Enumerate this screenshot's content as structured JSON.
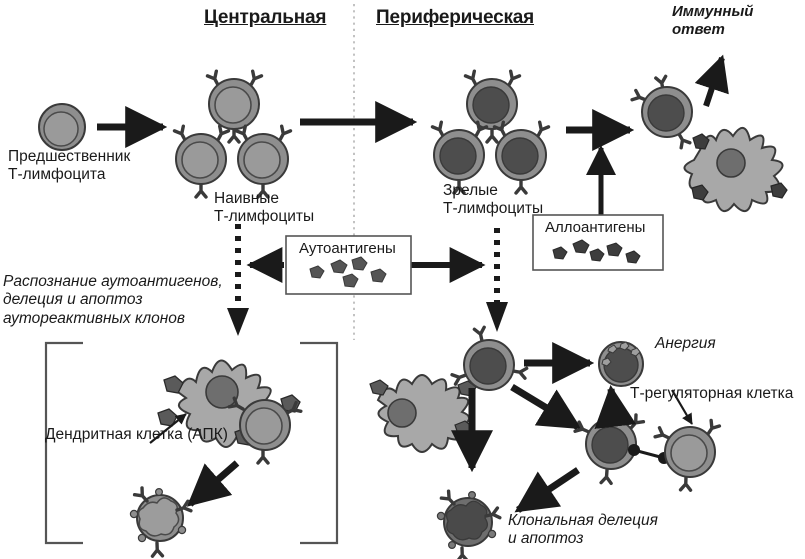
{
  "diagram": {
    "title_central": "Центральная",
    "title_peripheral": "Периферическая",
    "labels": {
      "precursor": "Предшественник\nТ-лимфоцита",
      "naive": "Наивные\nТ-лимфоциты",
      "mature": "Зрелые\nТ-лимфоциты",
      "immune_response": "Иммунный\nответ",
      "autoantigens": "Аутоантигены",
      "alloantigens": "Аллоантигены",
      "recognition": "Распознание аутоантигенов,\nделеция и апоптоз\nаутореактивных клонов",
      "dendritic": "Дендритная клетка (АПК)",
      "anergy": "Анергия",
      "treg": "Т-регуляторная клетка",
      "clonal_deletion": "Клональная делеция\nи апоптоз"
    },
    "colors": {
      "ink": "#1a1a1a",
      "cell_light": "#8e8e8e",
      "cell_light_nucleus": "#9c9c9c",
      "cell_dark_nucleus": "#4d4d4d",
      "dendritic_body": "#a8a8a8",
      "antigen": "#555555",
      "outline": "#3a3a3a",
      "divider": "#bdbdbd",
      "box_border": "#555555"
    }
  }
}
